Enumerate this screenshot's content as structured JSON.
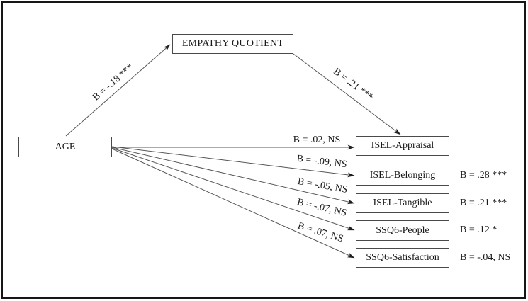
{
  "figure": {
    "nodes": {
      "age": {
        "label": "AGE"
      },
      "empathy_quotient": {
        "label": "EMPATHY QUOTIENT"
      },
      "outcomes": [
        {
          "label": "ISEL-Appraisal"
        },
        {
          "label": "ISEL-Belonging",
          "eq_stat": "B = .28 ***"
        },
        {
          "label": "ISEL-Tangible",
          "eq_stat": "B = .21 ***"
        },
        {
          "label": "SSQ6-People",
          "eq_stat": "B = .12 *"
        },
        {
          "label": "SSQ6-Satisfaction",
          "eq_stat": "B = -.04, NS"
        }
      ]
    },
    "path_labels": {
      "age_to_eq": "B = -.18 ***",
      "eq_to_isel_appraisal": "B = .21 ***",
      "age_to_isel_appraisal": "B = .02, NS",
      "age_to_isel_belonging": "B = -.09, NS",
      "age_to_isel_tangible": "B = -.05, NS",
      "age_to_ssq6_people": "B = -.07, NS",
      "age_to_ssq6_satisfaction": "B = .07, NS"
    },
    "colors": {
      "background": "#ffffff",
      "frame": "#161616",
      "box_border": "#4a4a4a",
      "line": "#565656",
      "arrowhead": "#1f1f1f",
      "text": "#1a1a1a"
    }
  }
}
